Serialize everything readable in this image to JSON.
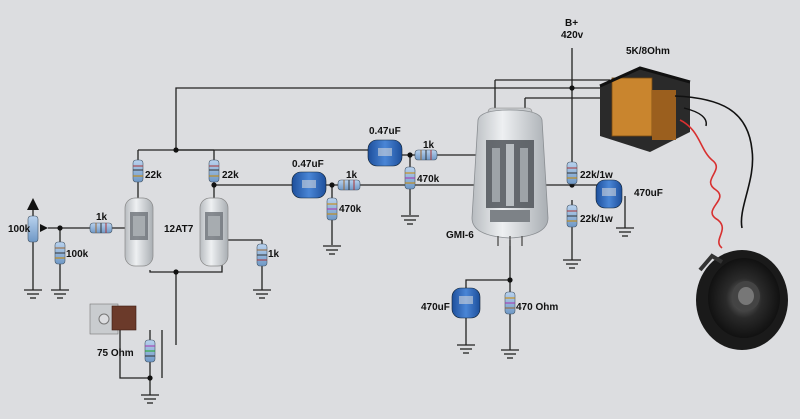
{
  "labels": {
    "supply": "B+",
    "supply_voltage": "420v",
    "transformer": "5K/8Ohm",
    "cap_047_top": "0.47uF",
    "r_1k_top": "1k",
    "cap_047_mid": "0.47uF",
    "r_1k_mid": "1k",
    "r_470k_a": "470k",
    "r_470k_b": "470k",
    "r_22k_left": "22k",
    "r_22k_right": "22k",
    "r_22k_1w_top": "22k/1w",
    "r_22k_1w_bot": "22k/1w",
    "cap_470uf_right": "470uF",
    "r_1k_input": "1k",
    "pot_100k": "100k",
    "r_100k": "100k",
    "tube_12at7": "12AT7",
    "r_1k_cathode": "1k",
    "tube_gmi6": "GMI-6",
    "cap_470uf_cathode": "470uF",
    "r_470_cathode": "470 Ohm",
    "r_75": "75 Ohm"
  },
  "colors": {
    "resistor": "#8fb3d9",
    "capacitor": "#2a63b8",
    "wire": "#222222",
    "speaker_lead": "#d83030",
    "transformer_coil": "#c9852e",
    "background": "#dcdde0"
  },
  "icons": [
    "arrow-up-icon",
    "ground-icon",
    "potentiometer-icon",
    "tube-icon",
    "transformer-icon",
    "speaker-icon",
    "regulator-icon"
  ]
}
